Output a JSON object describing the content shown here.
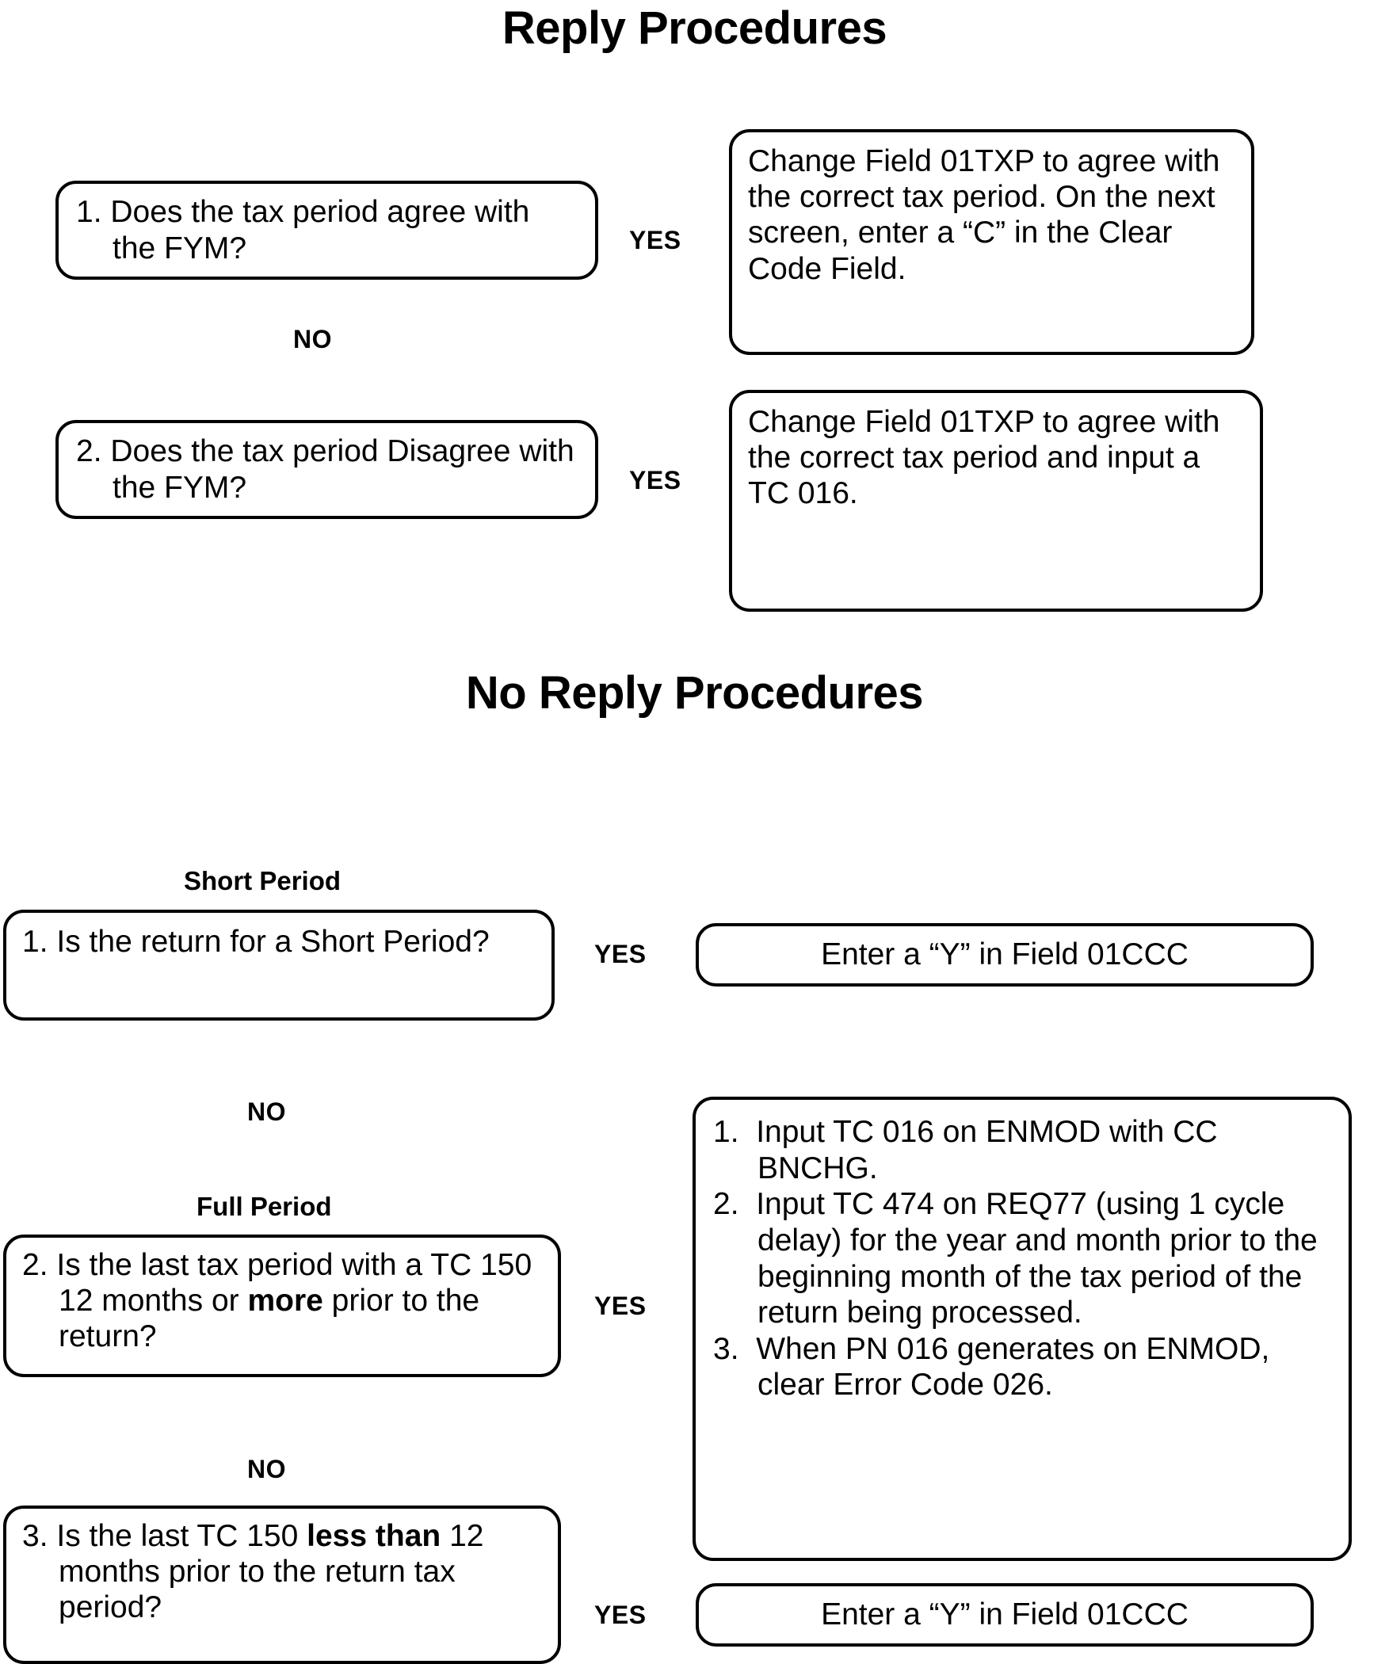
{
  "document": {
    "sections": [
      {
        "id": "reply",
        "title": "Reply Procedures"
      },
      {
        "id": "no-reply",
        "title": "No Reply Procedures"
      }
    ]
  },
  "reply": {
    "title": "Reply Procedures",
    "q1": {
      "number": "1.",
      "text": "Does the tax period agree with the FYM?",
      "yes_label": "YES",
      "no_label": "NO"
    },
    "q1_yes_action": "Change Field 01TXP to agree with the correct tax period. On the next screen, enter a “C” in the Clear Code Field.",
    "q2": {
      "number": "2.",
      "text": "Does the tax period Disagree with the FYM?",
      "yes_label": "YES"
    },
    "q2_yes_action": "Change Field 01TXP to agree with the correct tax period and input a TC 016."
  },
  "no_reply": {
    "title": "No Reply Procedures",
    "caption_short": "Short Period",
    "caption_full": "Full Period",
    "q1": {
      "number": "1.",
      "text": "Is the return for a Short Period?",
      "yes_label": "YES",
      "no_label": "NO"
    },
    "q1_yes_action": "Enter a “Y” in Field 01CCC",
    "q2": {
      "number": "2.",
      "text_part1": "Is the last tax period with a TC 150 12 months or ",
      "text_bold": "more",
      "text_part2": " prior to the return?",
      "yes_label": "YES",
      "no_label": "NO"
    },
    "q2_yes_action": {
      "steps": [
        {
          "number": "1.",
          "text": "Input TC 016 on ENMOD with CC BNCHG."
        },
        {
          "number": "2.",
          "text": "Input TC 474 on REQ77 (using 1 cycle delay) for the year and month prior to the beginning month of the tax period of the return being processed."
        },
        {
          "number": "3.",
          "text": "When PN 016 generates on ENMOD, clear Error Code 026."
        }
      ]
    },
    "q3": {
      "number": "3.",
      "text_part1": "Is the last TC 150 ",
      "text_bold": "less than",
      "text_part2": " 12 months prior to the return tax period?",
      "yes_label": "YES"
    },
    "q3_yes_action": "Enter a “Y” in Field 01CCC"
  }
}
